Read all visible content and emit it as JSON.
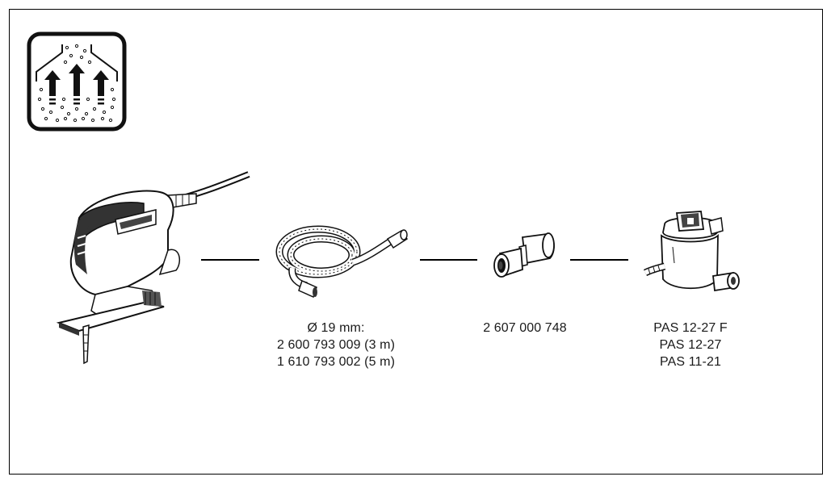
{
  "diagram": {
    "dust_extraction_icon": "dust-extraction-icon",
    "items": [
      {
        "name": "jigsaw",
        "icon": "jigsaw-icon",
        "labels": []
      },
      {
        "name": "hose",
        "icon": "hose-icon",
        "labels": [
          "Ø 19 mm:",
          "2 600 793 009 (3 m)",
          "1 610 793 002 (5 m)"
        ]
      },
      {
        "name": "adapter",
        "icon": "adapter-icon",
        "labels": [
          "2 607 000 748"
        ]
      },
      {
        "name": "vacuum",
        "icon": "vacuum-icon",
        "labels": [
          "PAS 12-27 F",
          "PAS 12-27",
          "PAS 11-21"
        ]
      }
    ]
  }
}
